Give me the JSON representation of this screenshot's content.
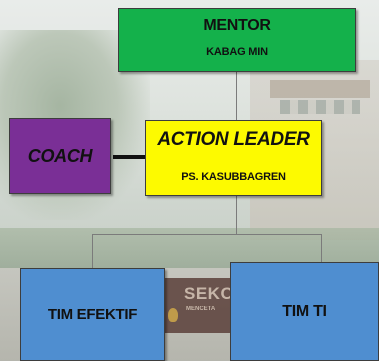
{
  "background": {
    "sign_title": "SEKO",
    "sign_subtitle": "MENCETA"
  },
  "nodes": {
    "mentor": {
      "title": "MENTOR",
      "subtitle": "KABAG MIN"
    },
    "coach": {
      "title": "COACH"
    },
    "action_leader": {
      "title": "ACTION LEADER",
      "subtitle": "PS. KASUBBAGREN"
    },
    "tim_efektif": {
      "title": "TIM EFEKTIF"
    },
    "tim_ti": {
      "title": "TIM  TI"
    }
  },
  "colors": {
    "mentor": "#14b14b",
    "coach": "#7a2f96",
    "action_leader": "#fdfa00",
    "teams": "#4f8ed0",
    "connector": "#7b7b7b"
  }
}
